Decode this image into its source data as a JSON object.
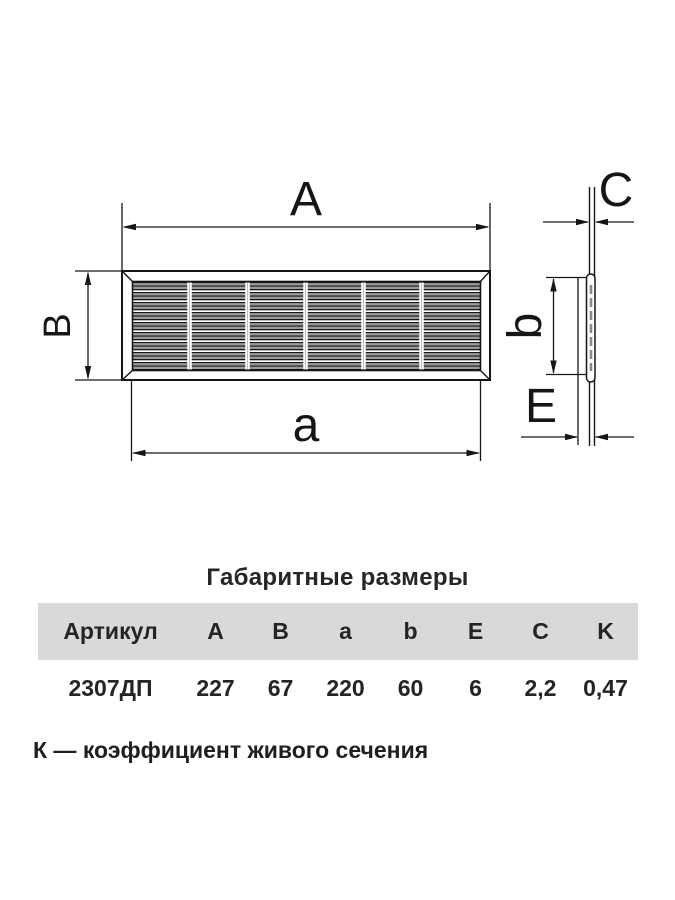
{
  "drawing": {
    "front_view": {
      "label_outer_width": "A",
      "label_outer_height": "B",
      "label_inner_width": "a"
    },
    "side_view": {
      "label_inner_height": "b",
      "label_flange_thickness": "C",
      "label_depth": "E"
    }
  },
  "dimensions_table": {
    "title": "Габаритные размеры",
    "columns": [
      "Артикул",
      "A",
      "B",
      "a",
      "b",
      "E",
      "C",
      "K"
    ],
    "row": [
      "2307ДП",
      "227",
      "67",
      "220",
      "60",
      "6",
      "2,2",
      "0,47"
    ]
  },
  "footnote": "К — коэффициент живого сечения",
  "colors": {
    "header_bg": "#d9d9d9",
    "line": "#161616",
    "louver_gray": "#9a9a9a",
    "text": "#262626"
  }
}
